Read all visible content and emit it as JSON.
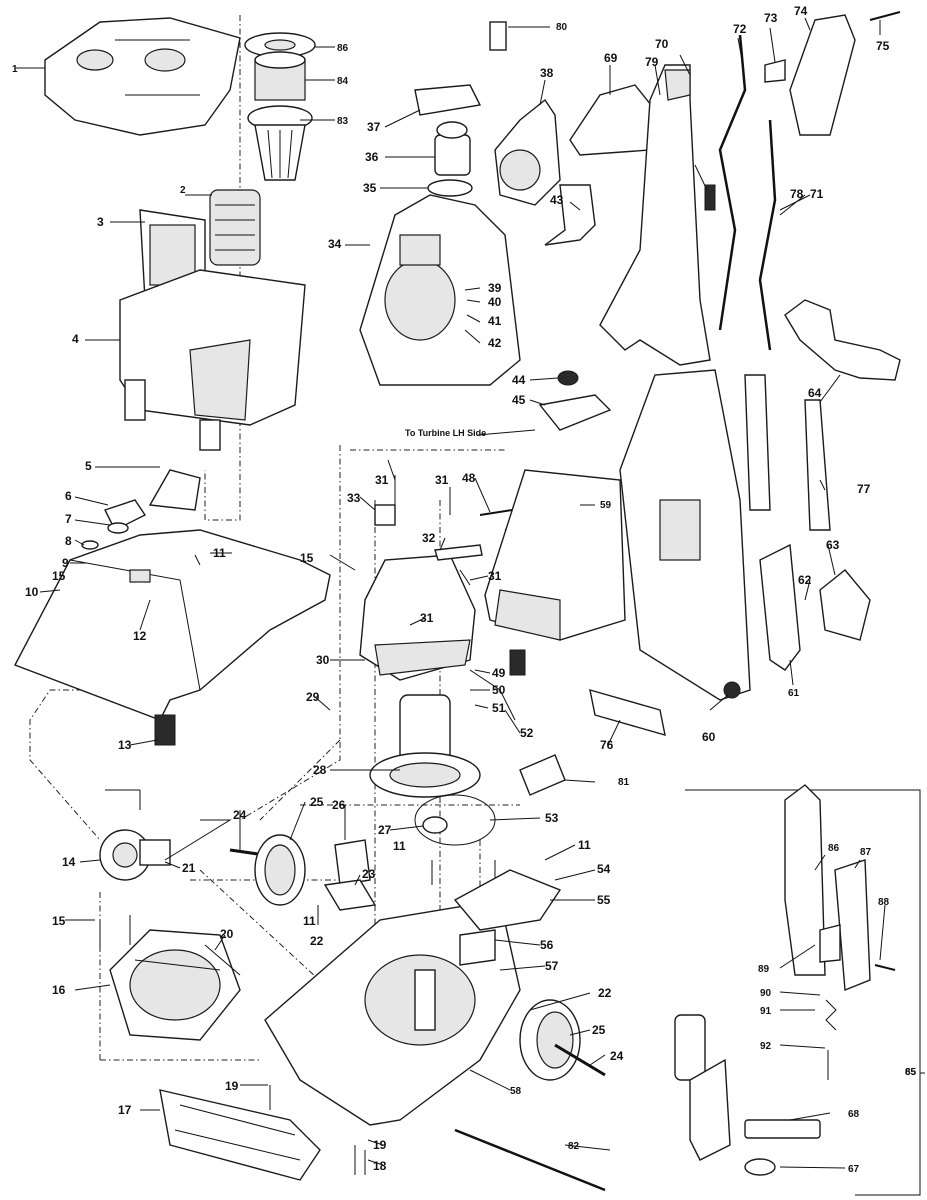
{
  "diagram": {
    "note": "To Turbine LH Side",
    "labels": [
      "1",
      "2",
      "3",
      "4",
      "5",
      "6",
      "7",
      "8",
      "9",
      "10",
      "11",
      "11",
      "11",
      "11",
      "12",
      "13",
      "14",
      "15",
      "15",
      "15",
      "16",
      "17",
      "18",
      "19",
      "19",
      "20",
      "21",
      "22",
      "22",
      "23",
      "24",
      "24",
      "25",
      "25",
      "26",
      "27",
      "28",
      "29",
      "30",
      "31",
      "31",
      "31",
      "31",
      "32",
      "33",
      "34",
      "35",
      "36",
      "37",
      "38",
      "39",
      "40",
      "41",
      "42",
      "43",
      "44",
      "45",
      "48",
      "49",
      "50",
      "51",
      "52",
      "53",
      "54",
      "55",
      "56",
      "57",
      "58",
      "59",
      "60",
      "61",
      "62",
      "63",
      "64",
      "65",
      "67",
      "68",
      "69",
      "70",
      "71",
      "72",
      "73",
      "74",
      "75",
      "76",
      "77",
      "78",
      "79",
      "80",
      "81",
      "82",
      "83",
      "84",
      "85",
      "86",
      "86",
      "87",
      "88",
      "89",
      "90",
      "91",
      "92"
    ]
  }
}
